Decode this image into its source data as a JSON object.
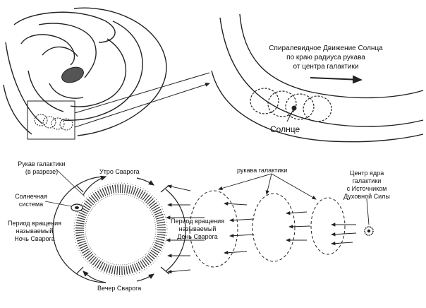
{
  "top_right": {
    "caption_lines": [
      "Спиралевидное Движение Солнца",
      "по краю радиуса рукава",
      "от центра галактики"
    ],
    "sun_label": "Солнце"
  },
  "bottom": {
    "arm_section_lines": [
      "Рукав галактики",
      "(в разрезе)"
    ],
    "solar_system_lines": [
      "Солнечная",
      "система"
    ],
    "night_lines": [
      "Период вращения",
      "называемый",
      "Ночь Сварога"
    ],
    "morning": "Утро Сварога",
    "evening": "Вечер Сварога",
    "day_lines": [
      "Период вращения",
      "называемый",
      "День Сварога"
    ],
    "arms": "рукава галактики",
    "core_lines": [
      "Центр ядра",
      "галактики",
      "с Источником",
      "Духовной Силы"
    ]
  }
}
